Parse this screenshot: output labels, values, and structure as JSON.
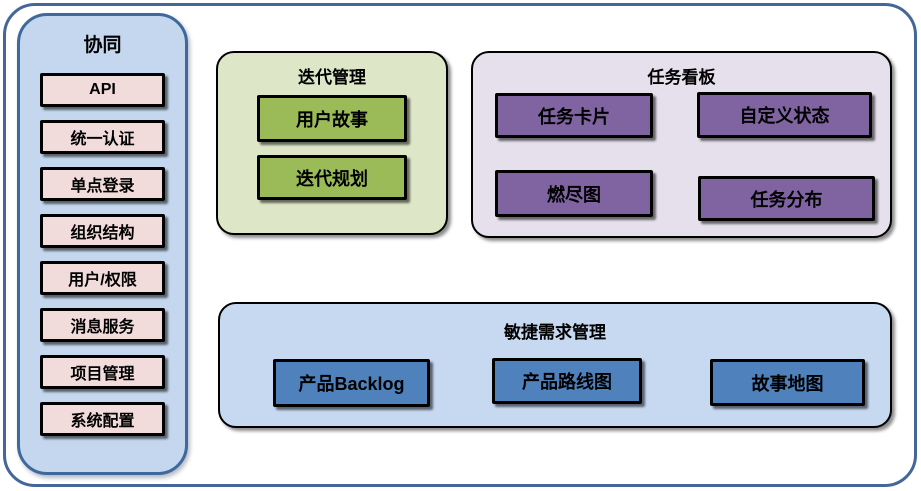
{
  "sidebar": {
    "title": "协同",
    "items": [
      {
        "label": "API"
      },
      {
        "label": "统一认证"
      },
      {
        "label": "单点登录"
      },
      {
        "label": "组织结构"
      },
      {
        "label": "用户/权限"
      },
      {
        "label": "消息服务"
      },
      {
        "label": "项目管理"
      },
      {
        "label": "系统配置"
      }
    ]
  },
  "panels": {
    "iteration": {
      "title": "迭代管理",
      "items": [
        {
          "label": "用户故事"
        },
        {
          "label": "迭代规划"
        }
      ]
    },
    "taskboard": {
      "title": "任务看板",
      "items": [
        {
          "label": "任务卡片"
        },
        {
          "label": "自定义状态"
        },
        {
          "label": "燃尽图"
        },
        {
          "label": "任务分布"
        }
      ]
    },
    "requirements": {
      "title": "敏捷需求管理",
      "items": [
        {
          "label": "产品Backlog"
        },
        {
          "label": "产品路线图"
        },
        {
          "label": "故事地图"
        }
      ]
    }
  },
  "colors": {
    "outer_border": "#44679a",
    "sidebar_fill": "#c4d7ee",
    "sidebar_border": "#3f689c",
    "sidebar_item_fill": "#f2dcdb",
    "iteration_panel_fill": "#dde7c7",
    "iteration_item_fill": "#9bbb59",
    "taskboard_panel_fill": "#e6e0ec",
    "taskboard_item_fill": "#8064a2",
    "requirements_panel_fill": "#c6d9f1",
    "requirements_item_fill": "#4f81bd",
    "box_border": "#000000"
  }
}
